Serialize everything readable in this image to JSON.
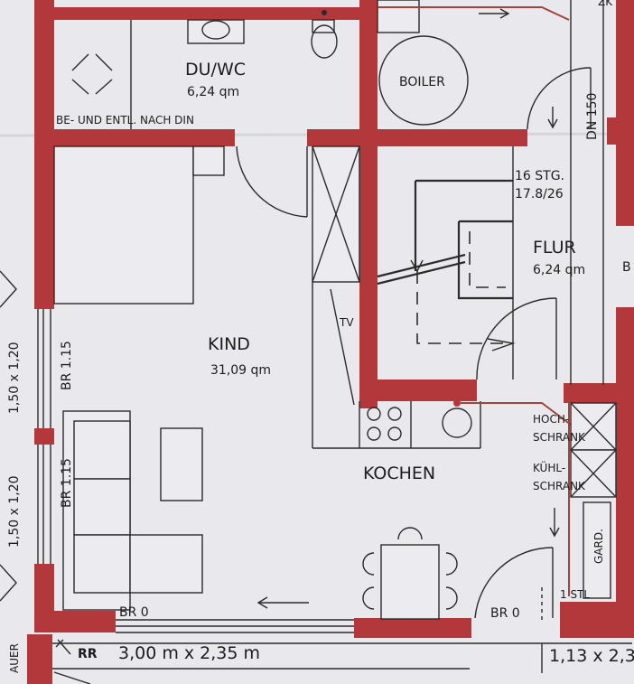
{
  "rooms": {
    "bath_name": "DU/WC",
    "bath_area": "6,24 qm",
    "ventilation_note": "BE- UND ENTL. NACH DIN",
    "boiler": "BOILER",
    "hall_name": "FLUR",
    "hall_area": "6,24 qm",
    "stairs": "16 STG.",
    "stairs_ratio": "17.8/26",
    "chimney": "DN 150",
    "child_name": "KIND",
    "child_area": "31,09 qm",
    "tv": "TV",
    "kitchen": "KOCHEN",
    "tall_cabinet": [
      "HOCH-",
      "SCHRANK"
    ],
    "fridge": [
      "KÜHL-",
      "SCHRANK"
    ],
    "wardrobe": "GARD.",
    "cut_top_right": "ZK",
    "cut_right": "B",
    "cut_left_bottom": "AUER"
  },
  "dimensions": {
    "parapet_115_a": "BR 1.15",
    "parapet_115_b": "BR 1.15",
    "parapet_0_a": "BR 0",
    "parapet_0_b": "BR 0",
    "window_upper": "1,50 x 1,20",
    "window_lower": "1,50 x 1,20",
    "skylight_code": "RR",
    "skylight_size": "3,00 m x 2,35 m",
    "right_partial": "1,13 x 2,3",
    "step_note": "1 STL"
  }
}
